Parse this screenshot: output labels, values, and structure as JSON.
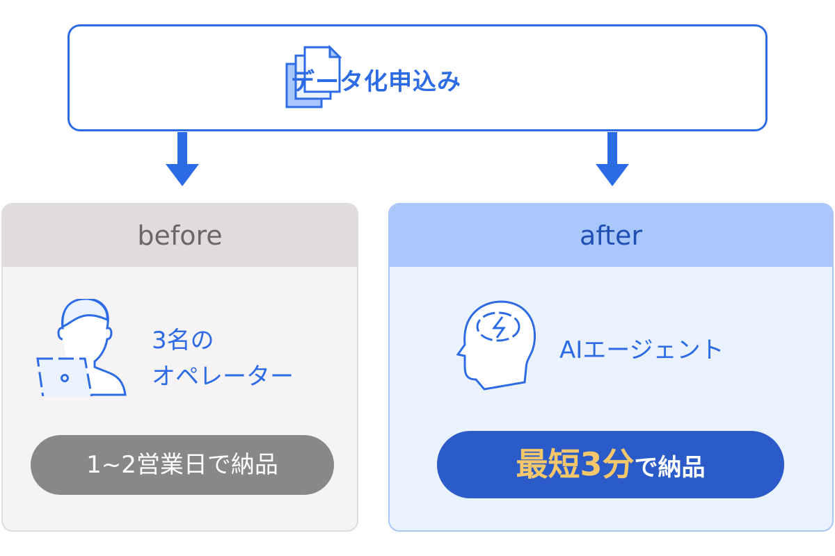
{
  "top": {
    "title": "データ化申込み",
    "icon": "documents-icon"
  },
  "before": {
    "header": "before",
    "label_line1": "3名の",
    "label_line2": "オペレーター",
    "pill": "1~2営業日で納品"
  },
  "after": {
    "header": "after",
    "label": "AIエージェント",
    "pill_highlight1": "最短",
    "pill_highlight2": "3分",
    "pill_rest": "で納品"
  },
  "colors": {
    "accent": "#2d6be4",
    "before_header": "#e0dcdc",
    "after_header": "#a9c7fb",
    "after_pill": "#2a5bc9",
    "highlight": "#f5c76b",
    "before_pill": "#8a8886"
  }
}
